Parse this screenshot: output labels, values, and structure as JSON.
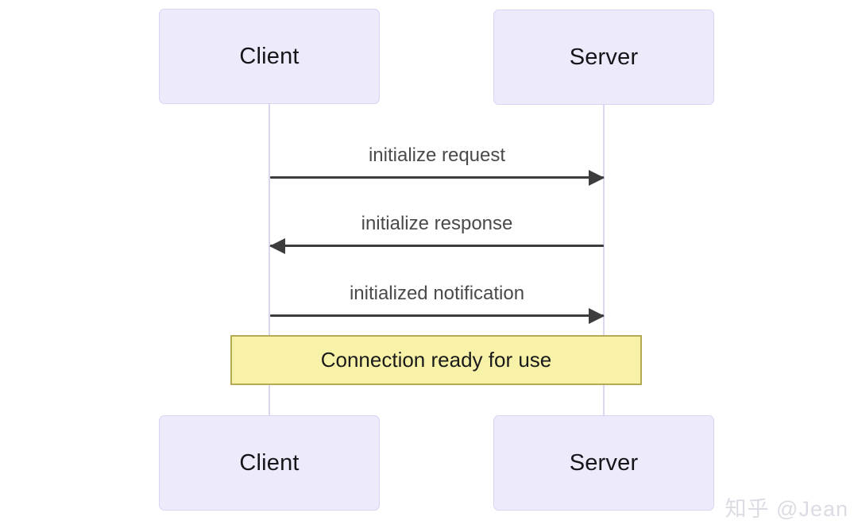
{
  "diagram": {
    "type": "sequence-diagram",
    "participants": [
      {
        "id": "client",
        "label": "Client"
      },
      {
        "id": "server",
        "label": "Server"
      }
    ],
    "participants_bottom": [
      {
        "id": "client",
        "label": "Client"
      },
      {
        "id": "server",
        "label": "Server"
      }
    ],
    "messages": [
      {
        "label": "initialize request",
        "from": "client",
        "to": "server",
        "direction": "right"
      },
      {
        "label": "initialize response",
        "from": "server",
        "to": "client",
        "direction": "left"
      },
      {
        "label": "initialized notification",
        "from": "client",
        "to": "server",
        "direction": "right"
      }
    ],
    "notes": [
      {
        "label": "Connection ready for use",
        "span": "client-to-server"
      }
    ],
    "colors": {
      "participant_fill": "#eceafb",
      "participant_border": "#d8d4f2",
      "lifeline": "#d9d6ef",
      "arrow": "#3d3d3d",
      "label_text": "#4a4a4a",
      "note_fill": "#f8f2a8",
      "note_border": "#b5ab54",
      "note_text": "#1a1a1a",
      "watermark": "#dcdce4",
      "background": "#ffffff"
    }
  },
  "watermark": {
    "text": "知乎 @Jean"
  }
}
